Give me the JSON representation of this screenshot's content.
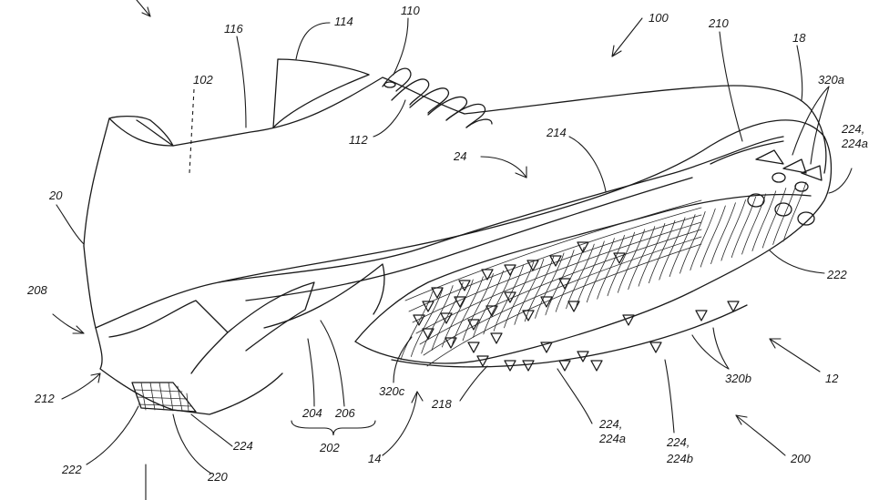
{
  "figure": {
    "line_color": "#1a1a1a",
    "background": "#ffffff",
    "labels": {
      "l100": "100",
      "l110": "110",
      "l114": "114",
      "l116": "116",
      "l102": "102",
      "l112": "112",
      "l210": "210",
      "l18": "18",
      "l320a": "320a",
      "l224_224a_top_1": "224,",
      "l224_224a_top_2": "224a",
      "l214": "214",
      "l24": "24",
      "l20": "20",
      "l222_right": "222",
      "l208": "208",
      "l212": "212",
      "l222_bottom": "222",
      "l220": "220",
      "l224_heel": "224",
      "l204": "204",
      "l206": "206",
      "l202": "202",
      "l320c": "320c",
      "l218": "218",
      "l14": "14",
      "l224_224a_bot_1": "224,",
      "l224_224a_bot_2": "224a",
      "l224_224b_1": "224,",
      "l224_224b_2": "224b",
      "l320b": "320b",
      "l12": "12",
      "l200": "200"
    }
  }
}
